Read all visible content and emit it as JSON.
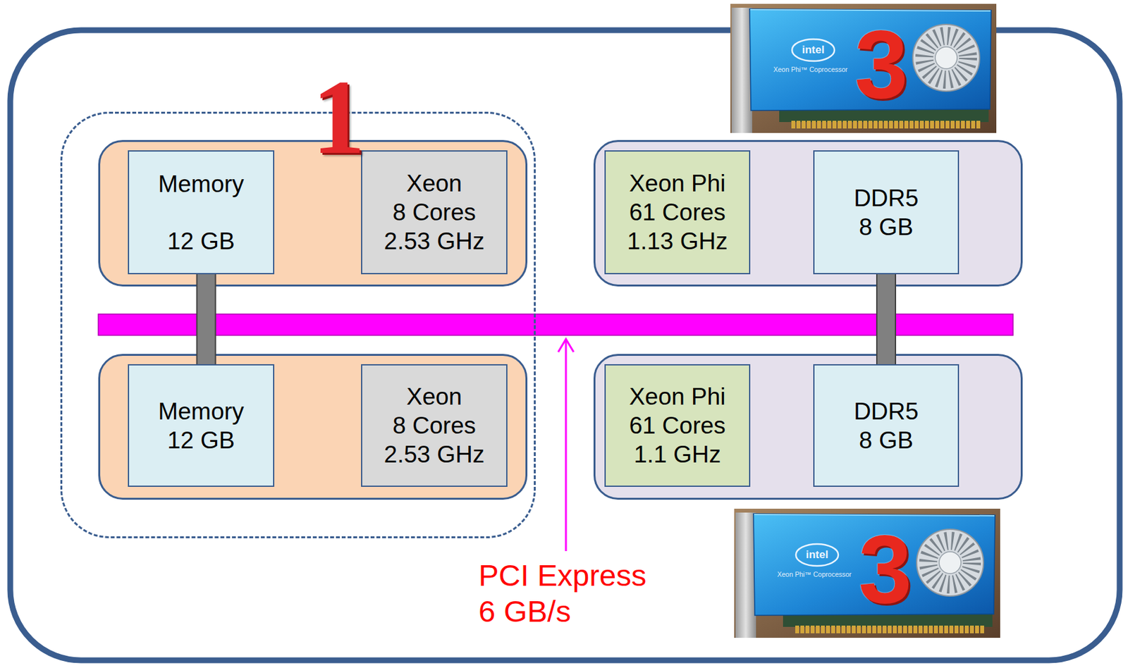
{
  "diagram": {
    "nodes": [
      {
        "text": [
          "1"
        ]
      },
      {
        "text": [],
        "in": 0
      },
      {
        "text": [
          "Memory",
          "12 GB"
        ],
        "in": 1
      },
      {
        "text": [
          "Xeon 8 Cores 2.53 GHz"
        ],
        "in": 1
      },
      {
        "text": [],
        "in": 0
      },
      {
        "text": [
          "Memory 12 GB"
        ],
        "in": 4
      },
      {
        "text": [
          "Xeon 8 Cores 2.53 GHz"
        ],
        "in": 4
      },
      {
        "text": []
      },
      {
        "text": [
          "Xeon Phi 61 Cores 1.13 GHz"
        ],
        "in": 7
      },
      {
        "text": [
          "DDR5 8 GB"
        ],
        "in": 7
      },
      {
        "text": []
      },
      {
        "text": [
          "Xeon Phi 61 Cores 1.1 GHz"
        ],
        "in": 10
      },
      {
        "text": [
          "DDR5 8 GB"
        ],
        "in": 10
      }
    ],
    "edges": [
      {
        "from": 2,
        "to": 5,
        "arrow": "none"
      },
      {
        "from": 9,
        "to": 12,
        "arrow": "none"
      }
    ],
    "labels": [
      "intel",
      "Xeon Phi™ Coprocessor",
      "3",
      "PCI Express 6 GB/s",
      "intel",
      "Xeon Phi™ Coprocessor",
      "3"
    ]
  }
}
